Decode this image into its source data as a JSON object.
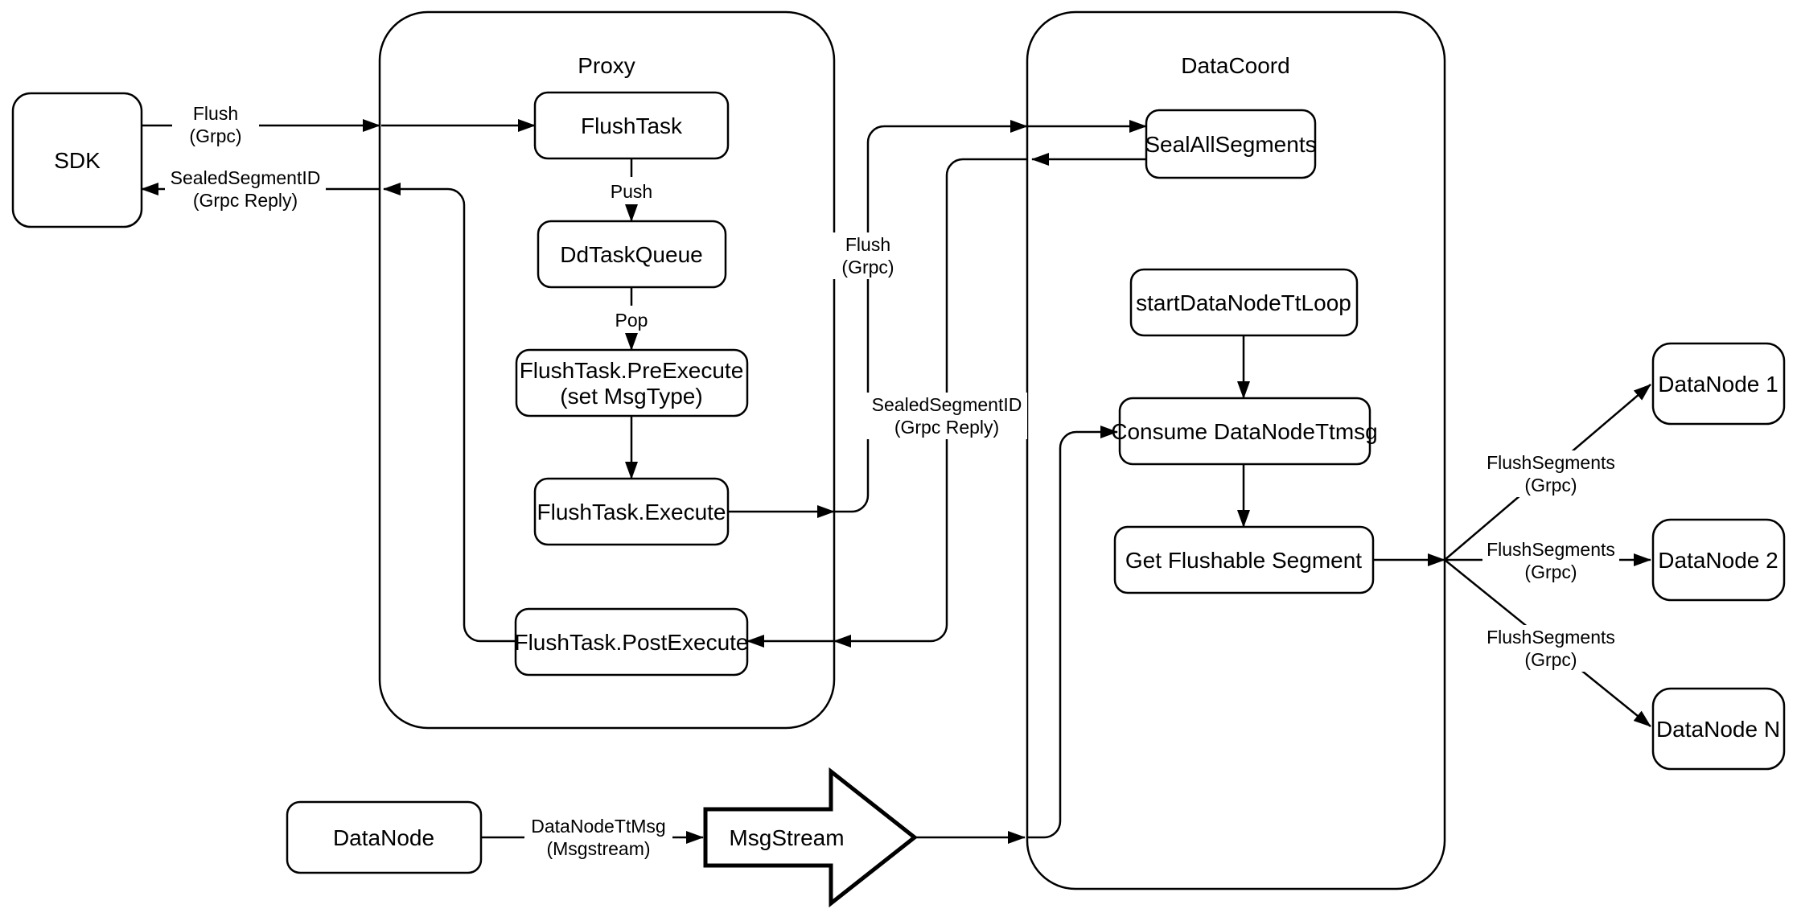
{
  "diagram": {
    "containers": {
      "proxy": {
        "title": "Proxy"
      },
      "datacoord": {
        "title": "DataCoord"
      }
    },
    "nodes": {
      "sdk": {
        "label": "SDK"
      },
      "flush_task": {
        "label": "FlushTask"
      },
      "dd_task_queue": {
        "label": "DdTaskQueue"
      },
      "pre_execute": {
        "label": "FlushTask.PreExecute",
        "sublabel": "(set MsgType)"
      },
      "execute": {
        "label": "FlushTask.Execute"
      },
      "post_execute": {
        "label": "FlushTask.PostExecute"
      },
      "seal_all_segments": {
        "label": "SealAllSegments"
      },
      "start_datanode_tt_loop": {
        "label": "startDataNodeTtLoop"
      },
      "consume_datanode_ttmsg": {
        "label": "Consume DataNodeTtmsg"
      },
      "get_flushable_segment": {
        "label": "Get Flushable Segment"
      },
      "datanode_1": {
        "label": "DataNode 1"
      },
      "datanode_2": {
        "label": "DataNode 2"
      },
      "datanode_n": {
        "label": "DataNode N"
      },
      "datanode_bottom": {
        "label": "DataNode"
      },
      "msgstream": {
        "label": "MsgStream"
      }
    },
    "edge_labels": {
      "sdk_flush": {
        "line1": "Flush",
        "line2": "(Grpc)"
      },
      "sdk_reply": {
        "line1": "SealedSegmentID",
        "line2": "(Grpc Reply)"
      },
      "push": {
        "line1": "Push"
      },
      "pop": {
        "line1": "Pop"
      },
      "proxy_flush": {
        "line1": "Flush",
        "line2": "(Grpc)"
      },
      "proxy_reply": {
        "line1": "SealedSegmentID",
        "line2": "(Grpc Reply)"
      },
      "flush_segments_1": {
        "line1": "FlushSegments",
        "line2": "(Grpc)"
      },
      "flush_segments_2": {
        "line1": "FlushSegments",
        "line2": "(Grpc)"
      },
      "flush_segments_3": {
        "line1": "FlushSegments",
        "line2": "(Grpc)"
      },
      "datanode_ttmsg": {
        "line1": "DataNodeTtMsg",
        "line2": "(Msgstream)"
      }
    }
  }
}
